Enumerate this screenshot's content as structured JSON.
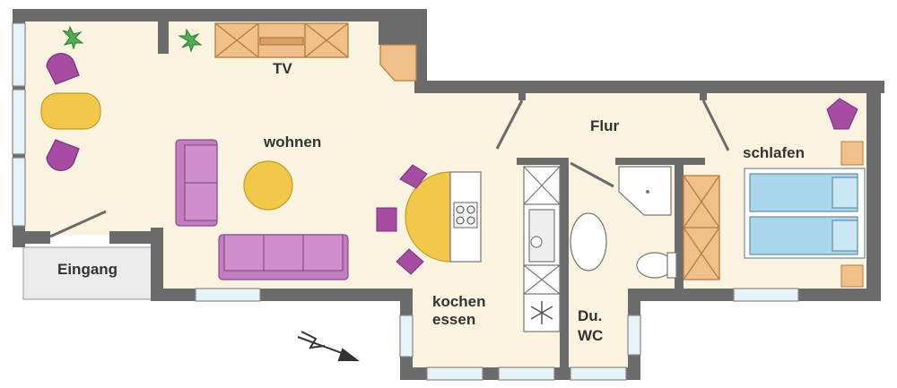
{
  "rooms": {
    "tv": "TV",
    "wohnen": "wohnen",
    "flur": "Flur",
    "schlafen": "schlafen",
    "eingang": "Eingang",
    "kochen_line1": "kochen",
    "kochen_line2": "essen",
    "bath_line1": "Du.",
    "bath_line2": "WC"
  },
  "colors": {
    "wall": "#6b6b6b",
    "floor": "#faf3e0",
    "entrance": "#ebebeb",
    "sofa": "#c27cc0",
    "table": "#f2c84b",
    "chair": "#a64ca3",
    "wood": "#f0c08a",
    "bed": "#a9d8ee",
    "window": "#e6f4fa"
  },
  "icons": [
    "plant-icon",
    "north-arrow-icon",
    "snowflake-icon",
    "hob-icon",
    "sink-icon",
    "toilet-icon",
    "shower-icon"
  ]
}
